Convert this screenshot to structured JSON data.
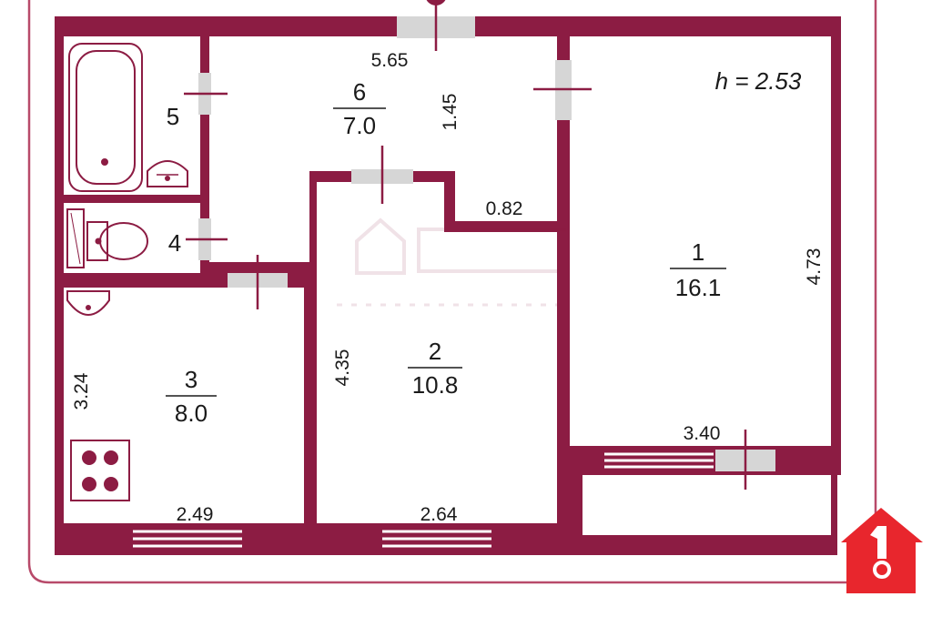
{
  "colors": {
    "wall": "#8c1c43",
    "door": "#d6d6d6",
    "tick": "#8c1c43",
    "outline": "#b84a6a",
    "logo_red": "#e8262d",
    "ink": "#1a1a1a"
  },
  "ceiling_height": "h = 2.53",
  "rooms": [
    {
      "number": "1",
      "area": "16.1"
    },
    {
      "number": "2",
      "area": "10.8"
    },
    {
      "number": "3",
      "area": "8.0"
    },
    {
      "number": "4",
      "area": ""
    },
    {
      "number": "5",
      "area": ""
    },
    {
      "number": "6",
      "area": "7.0"
    }
  ],
  "dimensions": {
    "top_hall": "5.65",
    "hall_height": "1.45",
    "corridor_step": "0.82",
    "room1_height": "4.73",
    "room1_width": "3.40",
    "room2_height": "4.35",
    "room2_width": "2.64",
    "room3_height": "3.24",
    "room3_width": "2.49"
  },
  "icons": [
    "bathtub-icon",
    "sink-icon",
    "toilet-icon",
    "stove-icon",
    "house-key-logo-icon"
  ]
}
